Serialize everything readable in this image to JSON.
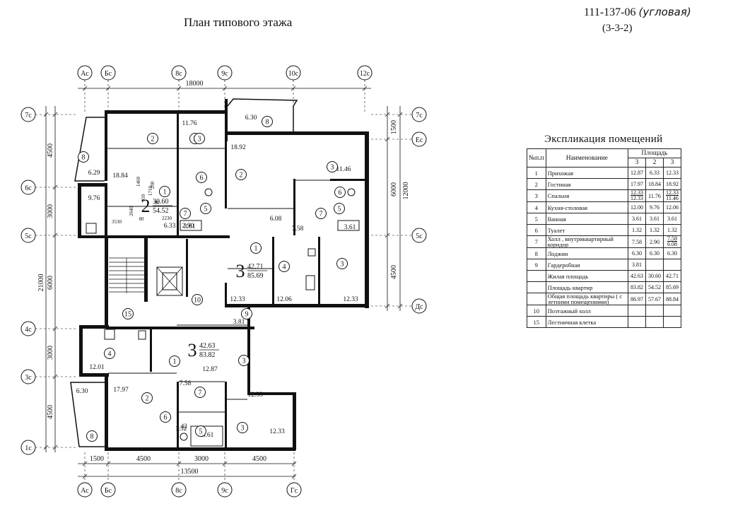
{
  "header": {
    "title": "План типового этажа",
    "series": "111-137-06",
    "series_note": "(угловая)",
    "series_code": "(3-3-2)"
  },
  "plan": {
    "axes_top": [
      "Ас",
      "Бс",
      "8с",
      "9с",
      "10с",
      "12с"
    ],
    "axes_bottom": [
      "Ас",
      "Бс",
      "8с",
      "9с",
      "Гс"
    ],
    "axes_left": [
      "7с",
      "6с",
      "5с",
      "4с",
      "3с",
      "1с"
    ],
    "axes_right": [
      "7с",
      "Ес",
      "5с",
      "Дс"
    ],
    "dim_top_total": "18000",
    "dims_bottom": [
      "1500",
      "4500",
      "3000",
      "4500"
    ],
    "dim_bottom_total": "13500",
    "dims_left_segments": [
      "4500",
      "3000",
      "3000",
      "6000",
      "3000",
      "3000",
      "4500"
    ],
    "dim_left_total": "21000",
    "dims_right_segments": [
      "1500",
      "6000",
      "4500"
    ],
    "dim_right_total": "12000",
    "apartments": [
      {
        "rooms": "2",
        "living": "30.60",
        "total": "54.52"
      },
      {
        "rooms": "3",
        "living": "42.71",
        "total": "85.69"
      },
      {
        "rooms": "3",
        "living": "42.63",
        "total": "83.82"
      }
    ],
    "room_areas": [
      "6.30",
      "11.76",
      "18.84",
      "6.29",
      "9.76",
      "3530",
      "2640",
      "910",
      "1710",
      "80",
      "80",
      "2230",
      "6.33",
      "2.90",
      "3.61",
      "18.92",
      "11.46",
      "6.08",
      "7.58",
      "3.61",
      "12.33",
      "12.06",
      "12.33",
      "3.81",
      "12.01",
      "12.87",
      "17.97",
      "7.58",
      "12.33",
      "6.30",
      "1.32",
      "3.61",
      "12.33",
      "200",
      "1460"
    ],
    "room_numbers": [
      "8",
      "2",
      "3",
      "6",
      "1",
      "7",
      "5",
      "2",
      "3",
      "6",
      "5",
      "7",
      "1",
      "4",
      "3",
      "10",
      "15",
      "9",
      "4",
      "1",
      "3",
      "8",
      "2",
      "7",
      "6",
      "5",
      "3",
      "8",
      "3",
      "1.42"
    ]
  },
  "explication": {
    "title": "Экспликация  помещений",
    "col_no": "№п.п",
    "col_name": "Наименование",
    "col_area": "Площадь",
    "apt_cols": [
      "3",
      "2",
      "3"
    ],
    "rows": [
      {
        "no": "1",
        "name": "Прихожая",
        "v": [
          "12.87",
          "6.33",
          "12.33"
        ]
      },
      {
        "no": "2",
        "name": "Гостиная",
        "v": [
          "17.97",
          "18.84",
          "18.92"
        ]
      },
      {
        "no": "3",
        "name": "Спальня",
        "v": [
          "12.33 12.33",
          "11.76",
          "12.33 11.46"
        ]
      },
      {
        "no": "4",
        "name": "Кухня-столовая",
        "v": [
          "12.00",
          "9.76",
          "12.06"
        ]
      },
      {
        "no": "5",
        "name": "Ванная",
        "v": [
          "3.61",
          "3.61",
          "3.61"
        ]
      },
      {
        "no": "6",
        "name": "Туалет",
        "v": [
          "1.32",
          "1.32",
          "1.32"
        ]
      },
      {
        "no": "7",
        "name": "Холл , внутриквартирный коридор",
        "v": [
          "7.58",
          "2.90",
          "7.58 6.08"
        ]
      },
      {
        "no": "8",
        "name": "Лоджии",
        "v": [
          "6.30",
          "6.30",
          "6.30"
        ]
      },
      {
        "no": "9",
        "name": "Гардеробная",
        "v": [
          "3.81",
          "",
          ""
        ]
      },
      {
        "no": "",
        "name": "Жилая площадь",
        "v": [
          "42.63",
          "30.60",
          "42.71"
        ]
      },
      {
        "no": "",
        "name": "Площадь квартир",
        "v": [
          "83.82",
          "54.52",
          "85.69"
        ]
      },
      {
        "no": "",
        "name": "Общая площадь квартиры ( с летними помещениями)",
        "v": [
          "86.97",
          "57.67",
          "88.84"
        ]
      },
      {
        "no": "10",
        "name": "Поэтажный холл",
        "v": [
          "",
          "",
          ""
        ]
      },
      {
        "no": "15",
        "name": "Лестничная клетка",
        "v": [
          "",
          "",
          ""
        ]
      }
    ]
  }
}
